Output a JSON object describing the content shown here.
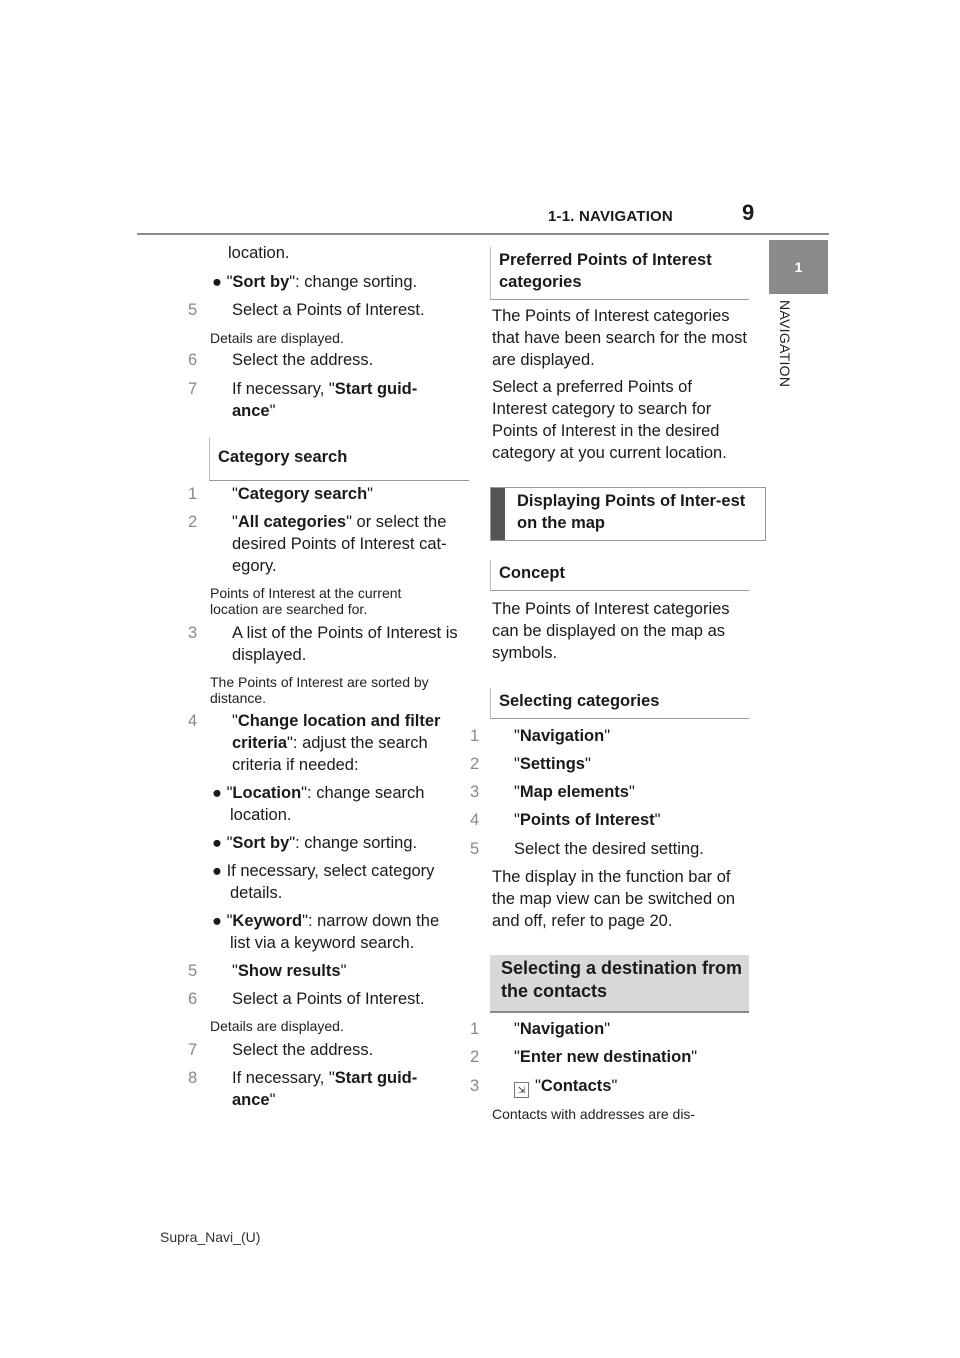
{
  "header": {
    "section": "1-1. NAVIGATION",
    "page_number": "9"
  },
  "side_tab": {
    "number": "1",
    "label": "NAVIGATION"
  },
  "left": {
    "line1": "location.",
    "b1_pre": "\"",
    "b1_bold": "Sort by",
    "b1_post": "\": change sorting.",
    "s5_num": "5",
    "s5_text": "Select a Points of Interest.",
    "note1": "Details are displayed.",
    "s6_num": "6",
    "s6_text": "Select the address.",
    "s7_num": "7",
    "s7_pre": "If necessary, \"",
    "s7_bold": "Start guid-ance",
    "s7_post": "\"",
    "heading_category": "Category search",
    "c1_num": "1",
    "c1_pre": "\"",
    "c1_bold": "Category search",
    "c1_post": "\"",
    "c2_num": "2",
    "c2_pre": "\"",
    "c2_bold": "All categories",
    "c2_post": "\" or select the desired Points of Interest cat-egory.",
    "note2": "Points of Interest at the current location are searched for.",
    "c3_num": "3",
    "c3_text": "A list of the Points of Interest is displayed.",
    "note3": "The Points of Interest are sorted by distance.",
    "c4_num": "4",
    "c4_pre": "\"",
    "c4_bold": "Change location and filter criteria",
    "c4_post": "\": adjust the search criteria if needed:",
    "b2_pre": "\"",
    "b2_bold": "Location",
    "b2_post": "\": change search location.",
    "b3_pre": "\"",
    "b3_bold": "Sort by",
    "b3_post": "\": change sorting.",
    "b4_text": "If necessary, select category details.",
    "b5_pre": "\"",
    "b5_bold": "Keyword",
    "b5_post": "\": narrow down the list via a keyword search.",
    "c5_num": "5",
    "c5_pre": "\"",
    "c5_bold": "Show results",
    "c5_post": "\"",
    "c6_num": "6",
    "c6_text": "Select a Points of Interest.",
    "note4": "Details are displayed.",
    "c7_num": "7",
    "c7_text": "Select the address.",
    "c8_num": "8",
    "c8_pre": "If necessary, \"",
    "c8_bold": "Start guid-ance",
    "c8_post": "\""
  },
  "right": {
    "heading_preferred": "Preferred Points of Interest categories",
    "p1": "The Points of Interest categories that have been search for the most are displayed.",
    "p2": "Select a preferred Points of Interest category to search for Points of Interest in the desired category at you current location.",
    "heading_displaying": "Displaying Points of Inter-est on the map",
    "heading_concept": "Concept",
    "p3": "The Points of Interest categories can be displayed on the map as symbols.",
    "heading_selecting": "Selecting categories",
    "r1_num": "1",
    "r1_bold": "Navigation",
    "r2_num": "2",
    "r2_bold": "Settings",
    "r3_num": "3",
    "r3_bold": "Map elements",
    "r4_num": "4",
    "r4_bold": "Points of Interest",
    "r5_num": "5",
    "r5_text": "Select the desired setting.",
    "p4": "The display in the function bar of the map view can be switched on and off, refer to page 20.",
    "heading_contacts": "Selecting a destination from the contacts",
    "k1_num": "1",
    "k1_bold": "Navigation",
    "k2_num": "2",
    "k2_bold": "Enter new destination",
    "k3_num": "3",
    "k3_bold": "Contacts",
    "note5": "Contacts with addresses are dis-",
    "quote": "\""
  },
  "footer": {
    "text": "Supra_Navi_(U)"
  }
}
